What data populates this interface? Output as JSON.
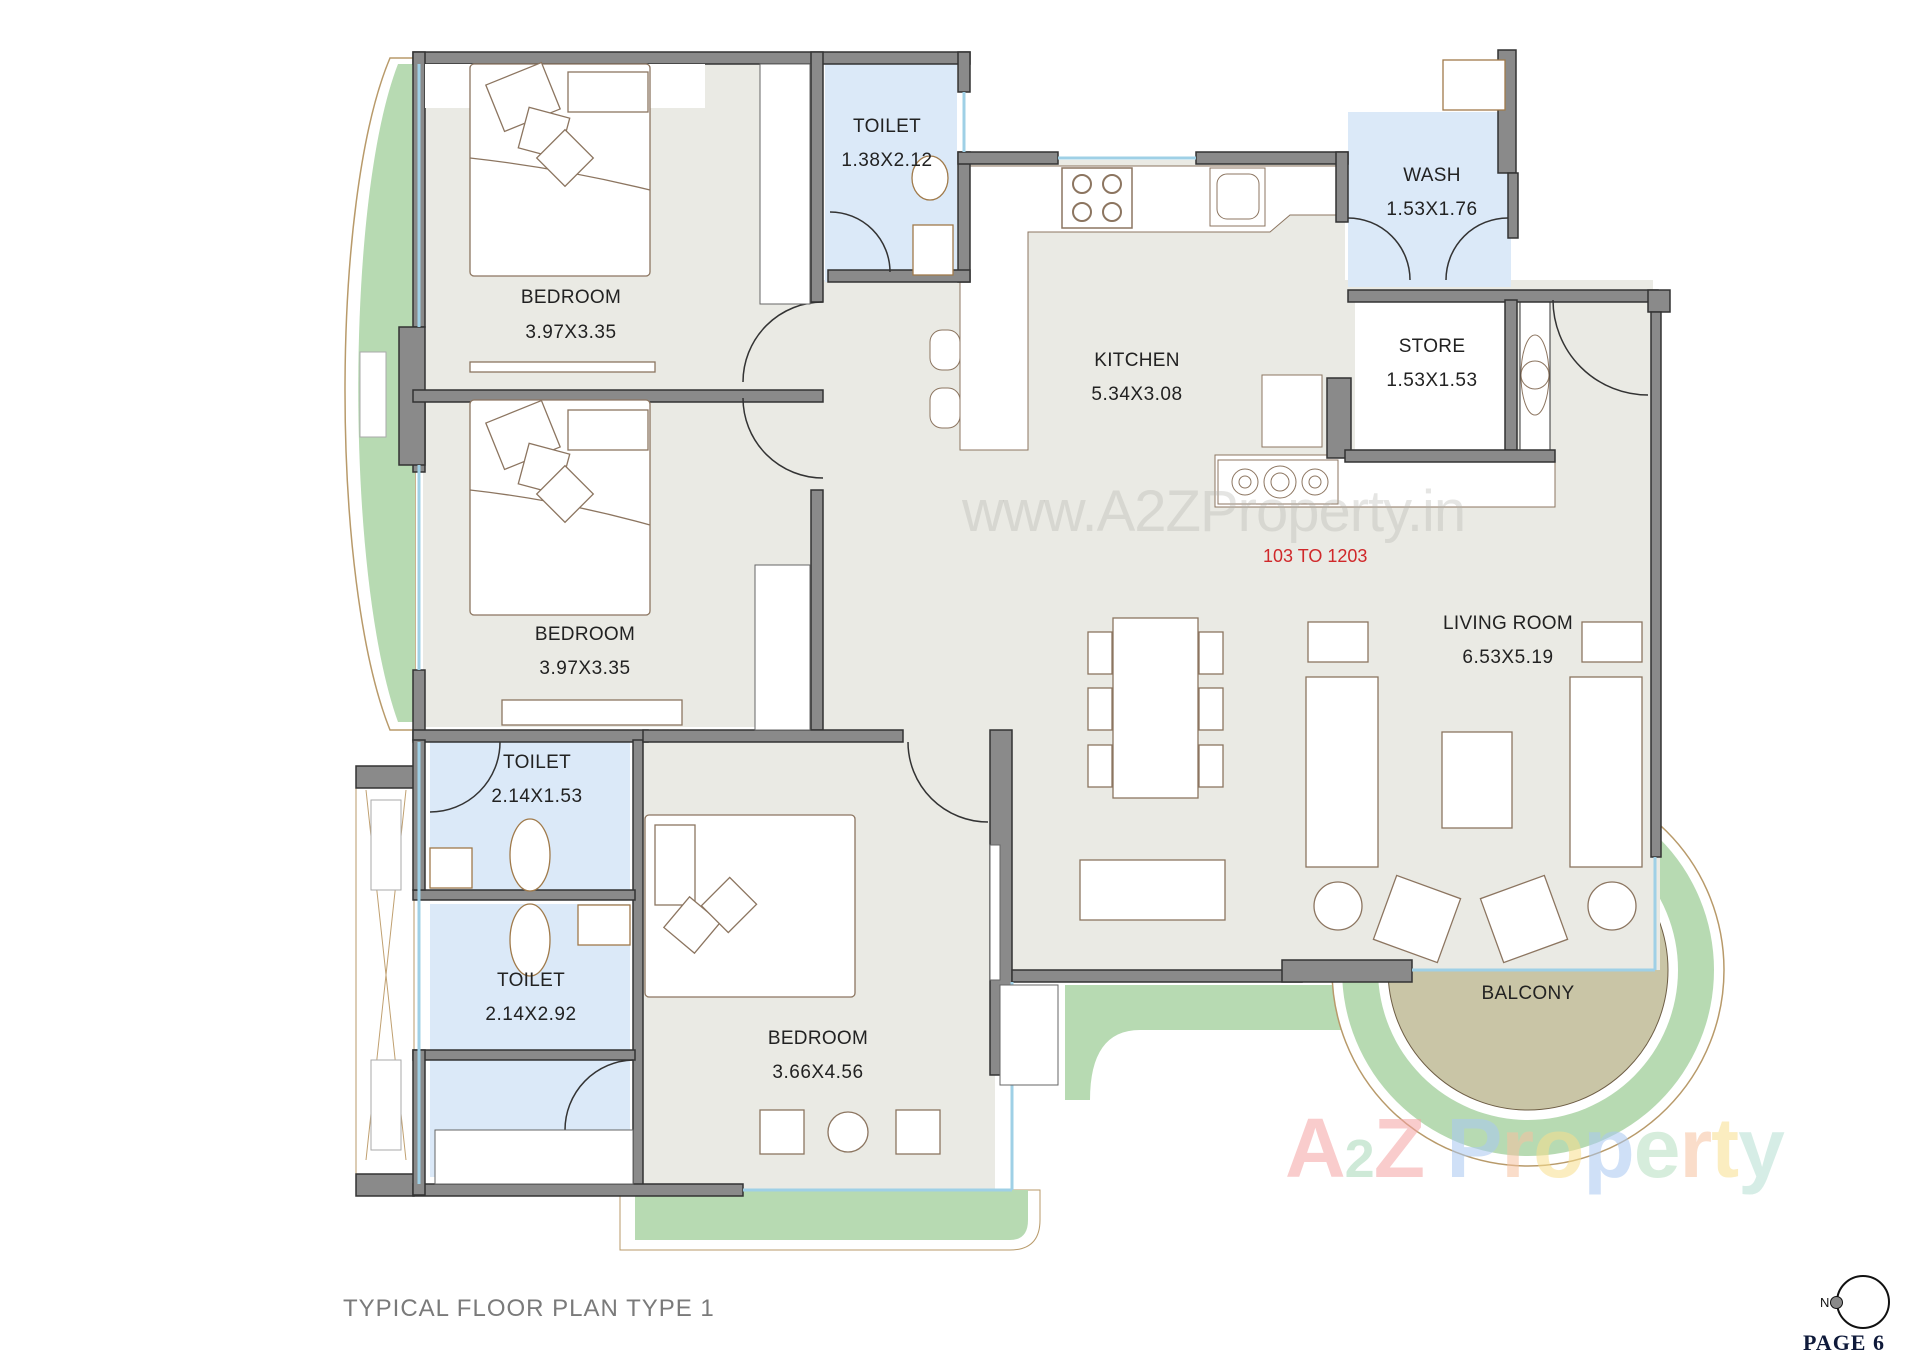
{
  "plan": {
    "title": "TYPICAL FLOOR PLAN TYPE 1",
    "unit_range": "103 TO 1203",
    "page": "PAGE 6",
    "north_label": "N"
  },
  "rooms": [
    {
      "id": "bedroom-1",
      "name": "BEDROOM",
      "size": "3.97X3.35"
    },
    {
      "id": "bedroom-2",
      "name": "BEDROOM",
      "size": "3.97X3.35"
    },
    {
      "id": "bedroom-3",
      "name": "BEDROOM",
      "size": "3.66X4.56"
    },
    {
      "id": "toilet-1",
      "name": "TOILET",
      "size": "1.38X2.12"
    },
    {
      "id": "toilet-2",
      "name": "TOILET",
      "size": "2.14X1.53"
    },
    {
      "id": "toilet-3",
      "name": "TOILET",
      "size": "2.14X2.92"
    },
    {
      "id": "kitchen",
      "name": "KITCHEN",
      "size": "5.34X3.08"
    },
    {
      "id": "wash",
      "name": "WASH",
      "size": "1.53X1.76"
    },
    {
      "id": "store",
      "name": "STORE",
      "size": "1.53X1.53"
    },
    {
      "id": "living-room",
      "name": "LIVING ROOM",
      "size": "6.53X5.19"
    },
    {
      "id": "balcony",
      "name": "BALCONY",
      "size": ""
    }
  ],
  "watermark": {
    "url": "www.A2ZProperty.in",
    "logo_letters": [
      "A",
      "2",
      "Z",
      " ",
      "P",
      "r",
      "o",
      "p",
      "e",
      "r",
      "t",
      "y"
    ]
  },
  "colors": {
    "wall": "#8a8a8a",
    "wall_outline": "#333333",
    "floor": "#eaeae4",
    "wet_area": "#dbe9f8",
    "garden": "#b7dab2",
    "balcony_floor": "#c9c5a6",
    "furniture_line": "#8c7560",
    "glass": "#9fd0e6",
    "unit_range": "#d0282a"
  }
}
